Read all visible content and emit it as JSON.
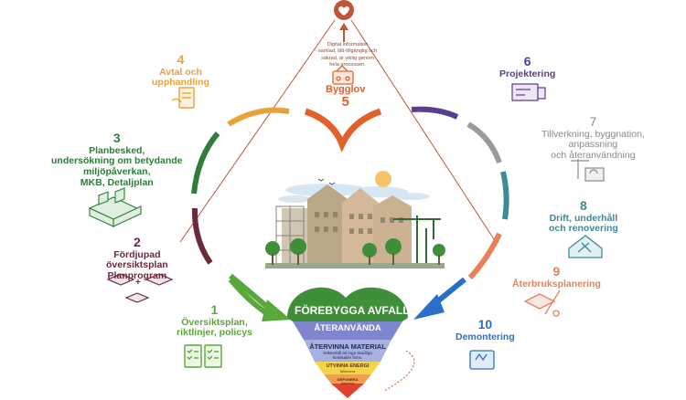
{
  "colors": {
    "phase1": "#5aa83b",
    "phase2": "#6b2a38",
    "phase3": "#2e7d3a",
    "phase4": "#e8a23a",
    "phase5": "#e0622a",
    "phase6": "#5b3d8f",
    "phase7": "#9a9a9a",
    "phase8": "#3f8a96",
    "phase9": "#e8805a",
    "phase10": "#2a6fc9",
    "top_line": "#c0553a",
    "pyramid_green": "#3f8f3a",
    "pyramid_blue": "#7f86d0",
    "pyramid_yellow": "#f3d54a",
    "pyramid_orange": "#f0a04a",
    "pyramid_red": "#e0422a"
  },
  "phases": [
    {
      "number": "1",
      "text": "Översiktsplan,\nriktlinjer, policys",
      "icon": "document-checklist-icon"
    },
    {
      "number": "2",
      "text": "Fördjupad\növersiktsplan\nPlanprogram",
      "icon": "site-plan-icon"
    },
    {
      "number": "3",
      "text": "Planbesked,\nundersökning om betydande\nmiljöpåverkan,\nMKB, Detaljplan",
      "icon": "isometric-blocks-icon"
    },
    {
      "number": "4",
      "text": "Avtal och\nupphandling",
      "icon": "contract-signing-icon"
    },
    {
      "number": "5",
      "text": "Bygglov",
      "icon": "building-permit-icon"
    },
    {
      "number": "6",
      "text": "Projektering",
      "icon": "blueprint-icon"
    },
    {
      "number": "7",
      "text": "Tillverkning, byggnation,\nanpassning\noch återanvändning",
      "icon": "crane-factory-icon"
    },
    {
      "number": "8",
      "text": "Drift, underhåll\noch renovering",
      "icon": "maintenance-house-icon"
    },
    {
      "number": "9",
      "text": "Återbruksplanering",
      "icon": "planning-pencil-icon"
    },
    {
      "number": "10",
      "text": "Demontering",
      "icon": "recycling-container-icon"
    }
  ],
  "center_info": "Digital information\nsamlad, lätt-tillgänglig och\nsäkrad, är viktig genom\nhela processen.",
  "top_icon": "handshake-heart-icon",
  "waste_hierarchy": [
    {
      "label": "FÖREBYGGA AVFALL",
      "sub": ""
    },
    {
      "label": "ÅTERANVÄNDA",
      "sub": ""
    },
    {
      "label": "ÅTERVINNA MATERIAL",
      "sub": "Säkerställ att inga skadliga\nkemikalier finns."
    },
    {
      "label": "UTVINNA ENERGI",
      "sub": "Minimera"
    },
    {
      "label": "DEPONERA",
      "sub": "Minimera"
    }
  ]
}
